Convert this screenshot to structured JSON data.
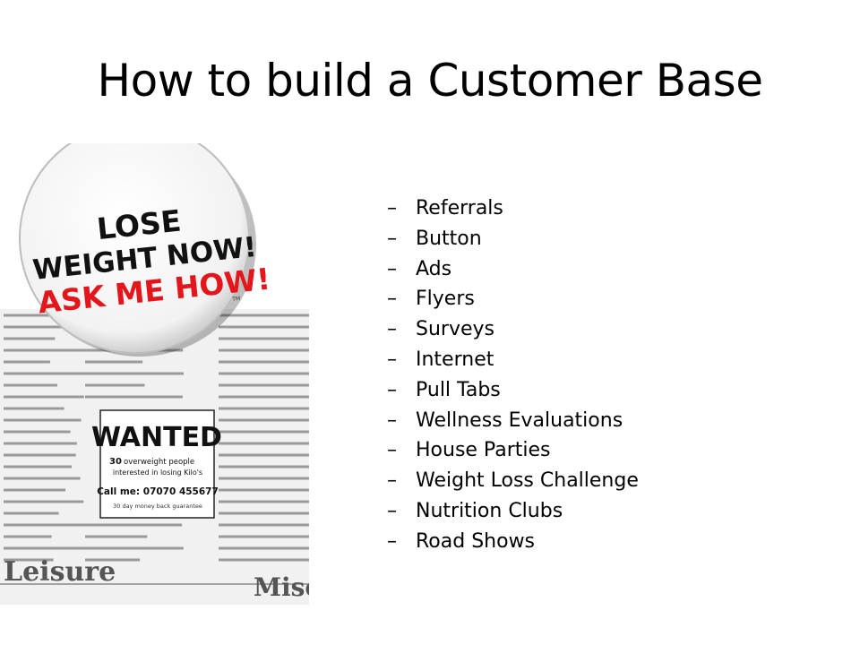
{
  "slide": {
    "title": "How to build a Customer Base",
    "bullet_marker": "–",
    "bullets": [
      "Referrals",
      "Button",
      "Ads",
      "Flyers",
      "Surveys",
      "Internet",
      "Pull Tabs",
      "Wellness Evaluations",
      "House Parties",
      "Weight Loss Challenge",
      "Nutrition Clubs",
      "Road Shows"
    ]
  },
  "image": {
    "button_line1": "LOSE",
    "button_line2": "WEIGHT NOW!",
    "button_line3": "ASK ME HOW!",
    "button_mark": "TM",
    "ad_heading": "WANTED",
    "ad_count": "30",
    "ad_line1": "overweight people",
    "ad_line2": "interested in losing Kilo's",
    "ad_phone": "Call me: 07070 455677",
    "ad_guarantee": "30 day money back guarantee",
    "section_left": "Leisure",
    "section_right": "Misc",
    "colors": {
      "red": "#e4161b",
      "black": "#111111",
      "paper": "#f1f1f1"
    }
  }
}
